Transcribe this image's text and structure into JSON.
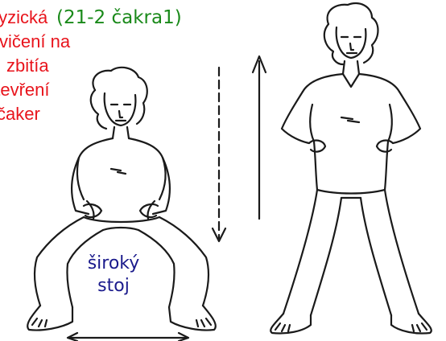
{
  "caption": {
    "title_red": "fyzická",
    "title_green": "(21-2 čakra1)",
    "lines": [
      "cvičení na",
      "zbitía",
      "otevření",
      "čaker"
    ]
  },
  "label": {
    "line1": "široký",
    "line2": "stoj"
  },
  "colors": {
    "caption": "#e8141c",
    "code": "#1a8a1a",
    "label": "#1a1a8c",
    "ink": "#1a1a1a"
  }
}
